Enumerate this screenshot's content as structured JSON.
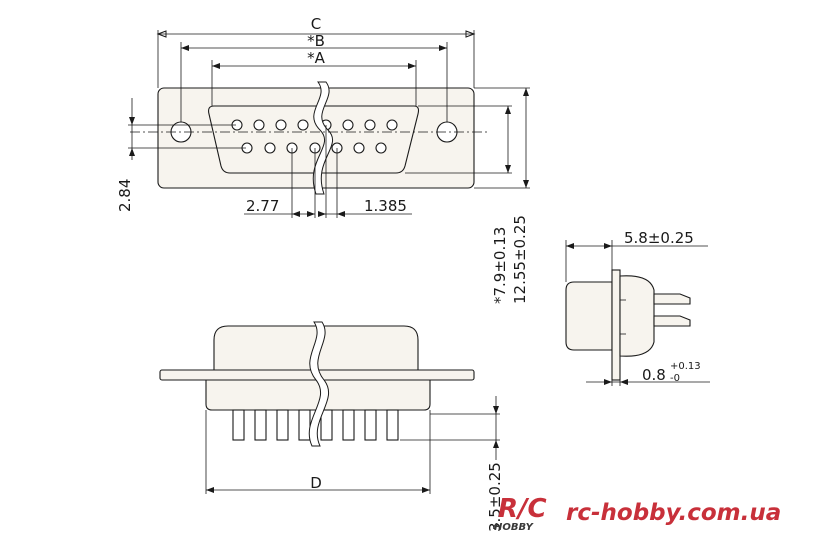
{
  "labels": {
    "dim_c": "C",
    "dim_b": "*B",
    "dim_a": "*A",
    "dim_284": "2.84",
    "dim_277": "2.77",
    "dim_1385": "1.385",
    "dim_79": "*7.9±0.13",
    "dim_1255": "12.55±0.25",
    "dim_58": "5.8±0.25",
    "dim_08_main": "0.8",
    "dim_08_tol_plus": "+0.13",
    "dim_08_tol_minus": "-0",
    "dim_d": "D",
    "dim_35": "3.5±0.25"
  },
  "watermark": {
    "logo_main": "R/C",
    "logo_sub": "HOBBY",
    "url": "rc-hobby.com.ua"
  },
  "colors": {
    "line": "#1a1a1a",
    "body": "#f7f4ee",
    "brand": "#c8303a"
  }
}
